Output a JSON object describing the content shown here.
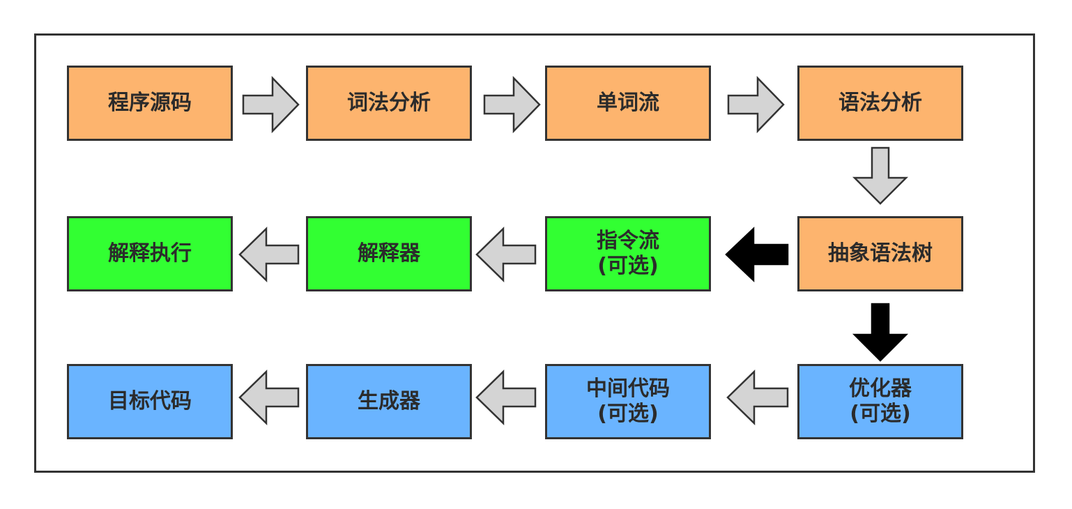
{
  "colors": {
    "orange": "#fdb46e",
    "green": "#32ff32",
    "blue": "#6ab4ff",
    "border": "#333333",
    "arrow_light": "#d4d4d4",
    "arrow_dark": "#000000"
  },
  "nodes": {
    "source_code": {
      "line1": "程序源码",
      "line2": ""
    },
    "lexical_analysis": {
      "line1": "词法分析",
      "line2": ""
    },
    "token_stream": {
      "line1": "单词流",
      "line2": ""
    },
    "syntax_analysis": {
      "line1": "语法分析",
      "line2": ""
    },
    "ast": {
      "line1": "抽象语法树",
      "line2": ""
    },
    "instruction_stream": {
      "line1": "指令流",
      "line2": "(可选)"
    },
    "interpreter": {
      "line1": "解释器",
      "line2": ""
    },
    "interpret_execute": {
      "line1": "解释执行",
      "line2": ""
    },
    "optimizer": {
      "line1": "优化器",
      "line2": "(可选)"
    },
    "intermediate_code": {
      "line1": "中间代码",
      "line2": "(可选)"
    },
    "generator": {
      "line1": "生成器",
      "line2": ""
    },
    "target_code": {
      "line1": "目标代码",
      "line2": ""
    }
  }
}
